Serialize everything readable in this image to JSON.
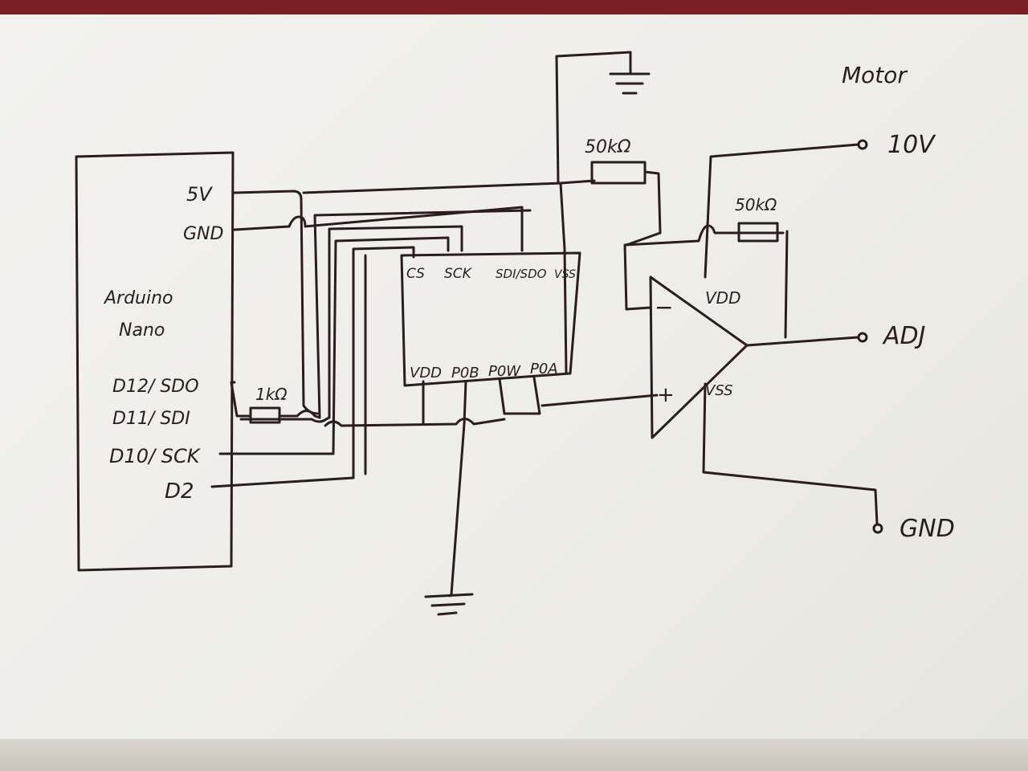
{
  "title": "Motor",
  "arduino": {
    "name_line1": "Arduino",
    "name_line2": "Nano",
    "pins": {
      "v5": "5V",
      "gnd": "GND",
      "d12": "D12/ SDO",
      "d11": "D11/ SDI",
      "d10": "D10/ SCK",
      "d2": "D2"
    }
  },
  "digipot": {
    "top_pins": {
      "cs": "CS",
      "sck": "SCK",
      "sdi_sdo": "SDI/SDO",
      "vss": "VSS"
    },
    "bottom_pins": {
      "vdd": "VDD",
      "p0b": "P0B",
      "p0w": "P0W",
      "p0a": "P0A"
    }
  },
  "resistors": {
    "r1": "1kΩ",
    "r2": "50kΩ",
    "r3": "50kΩ"
  },
  "opamp": {
    "vdd": "VDD",
    "vss": "VSS",
    "minus": "−",
    "plus": "+"
  },
  "terminals": {
    "v10": "10V",
    "adj": "ADJ",
    "gnd": "GND"
  },
  "ink_color": "#2b1d1f"
}
